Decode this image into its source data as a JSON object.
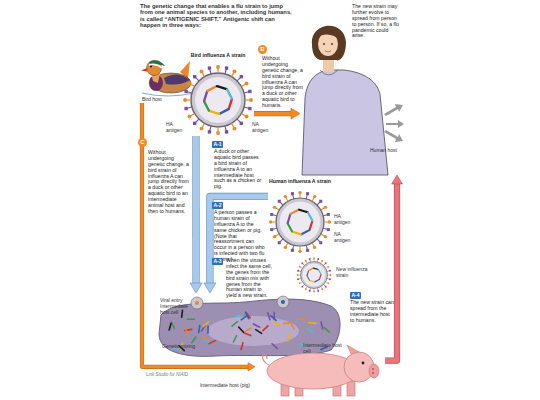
{
  "diagram": {
    "title": "The genetic change that enables a flu strain to jump from one animal species to another, including humans, is called “ANTIGENIC SHIFT.” Antigenic shift can happen in three ways:",
    "nodes": [
      {
        "text": [
          "Bird host"
        ]
      },
      {
        "text": [
          "Bird influenza A strain"
        ]
      },
      {
        "text": [
          "Human host"
        ]
      },
      {
        "text": [
          "Human influenza A strain"
        ]
      },
      {
        "text": [
          "Intermediate host cell"
        ]
      },
      {
        "text": [
          "New influenza strain"
        ]
      },
      {
        "text": [
          "Intermediate host (pig)"
        ]
      }
    ],
    "edges": [
      {
        "from": 1,
        "to": 2,
        "arrow": "to"
      },
      {
        "from": 1,
        "to": 4,
        "arrow": "to"
      },
      {
        "from": 3,
        "to": 4,
        "arrow": "to"
      },
      {
        "from": 6,
        "to": 2,
        "arrow": "to"
      },
      {
        "from": 0,
        "to": 6,
        "arrow": "to"
      }
    ],
    "labels": [
      "B",
      "Without undergoing genetic change, a bird strain of influenza A can jump directly from a duck or other aquatic bird to humans.",
      "The new strain may further evolve to spread from person to person. If so, a flu pandemic could arise.",
      "HA antigen",
      "NA antigen",
      "C",
      "Without undergoing genetic change, a bird strain of influenza A can jump directly from a duck or other aquatic bird to an intermediate animal host and then to humans.",
      "A-1",
      "A duck or other aquatic bird passes a bird strain of influenza A to an intermediate host such as a chicken or pig.",
      "HA antigen",
      "NA antigen",
      "A-2",
      "A person passes a human strain of influenza A to the same chicken or pig. (Note that reassortment can occur in a person who is infected with two flu strains.)",
      "A-3",
      "When the viruses infect the same cell, the genes from the bird strain mix with genes from the human strain to yield a new strain.",
      "Viral entry",
      "Intermediate host cell",
      "Genetic mixing",
      "A-4",
      "The new strain can spread from the intermediate host to humans.",
      "Link Studio for NIAID"
    ]
  }
}
